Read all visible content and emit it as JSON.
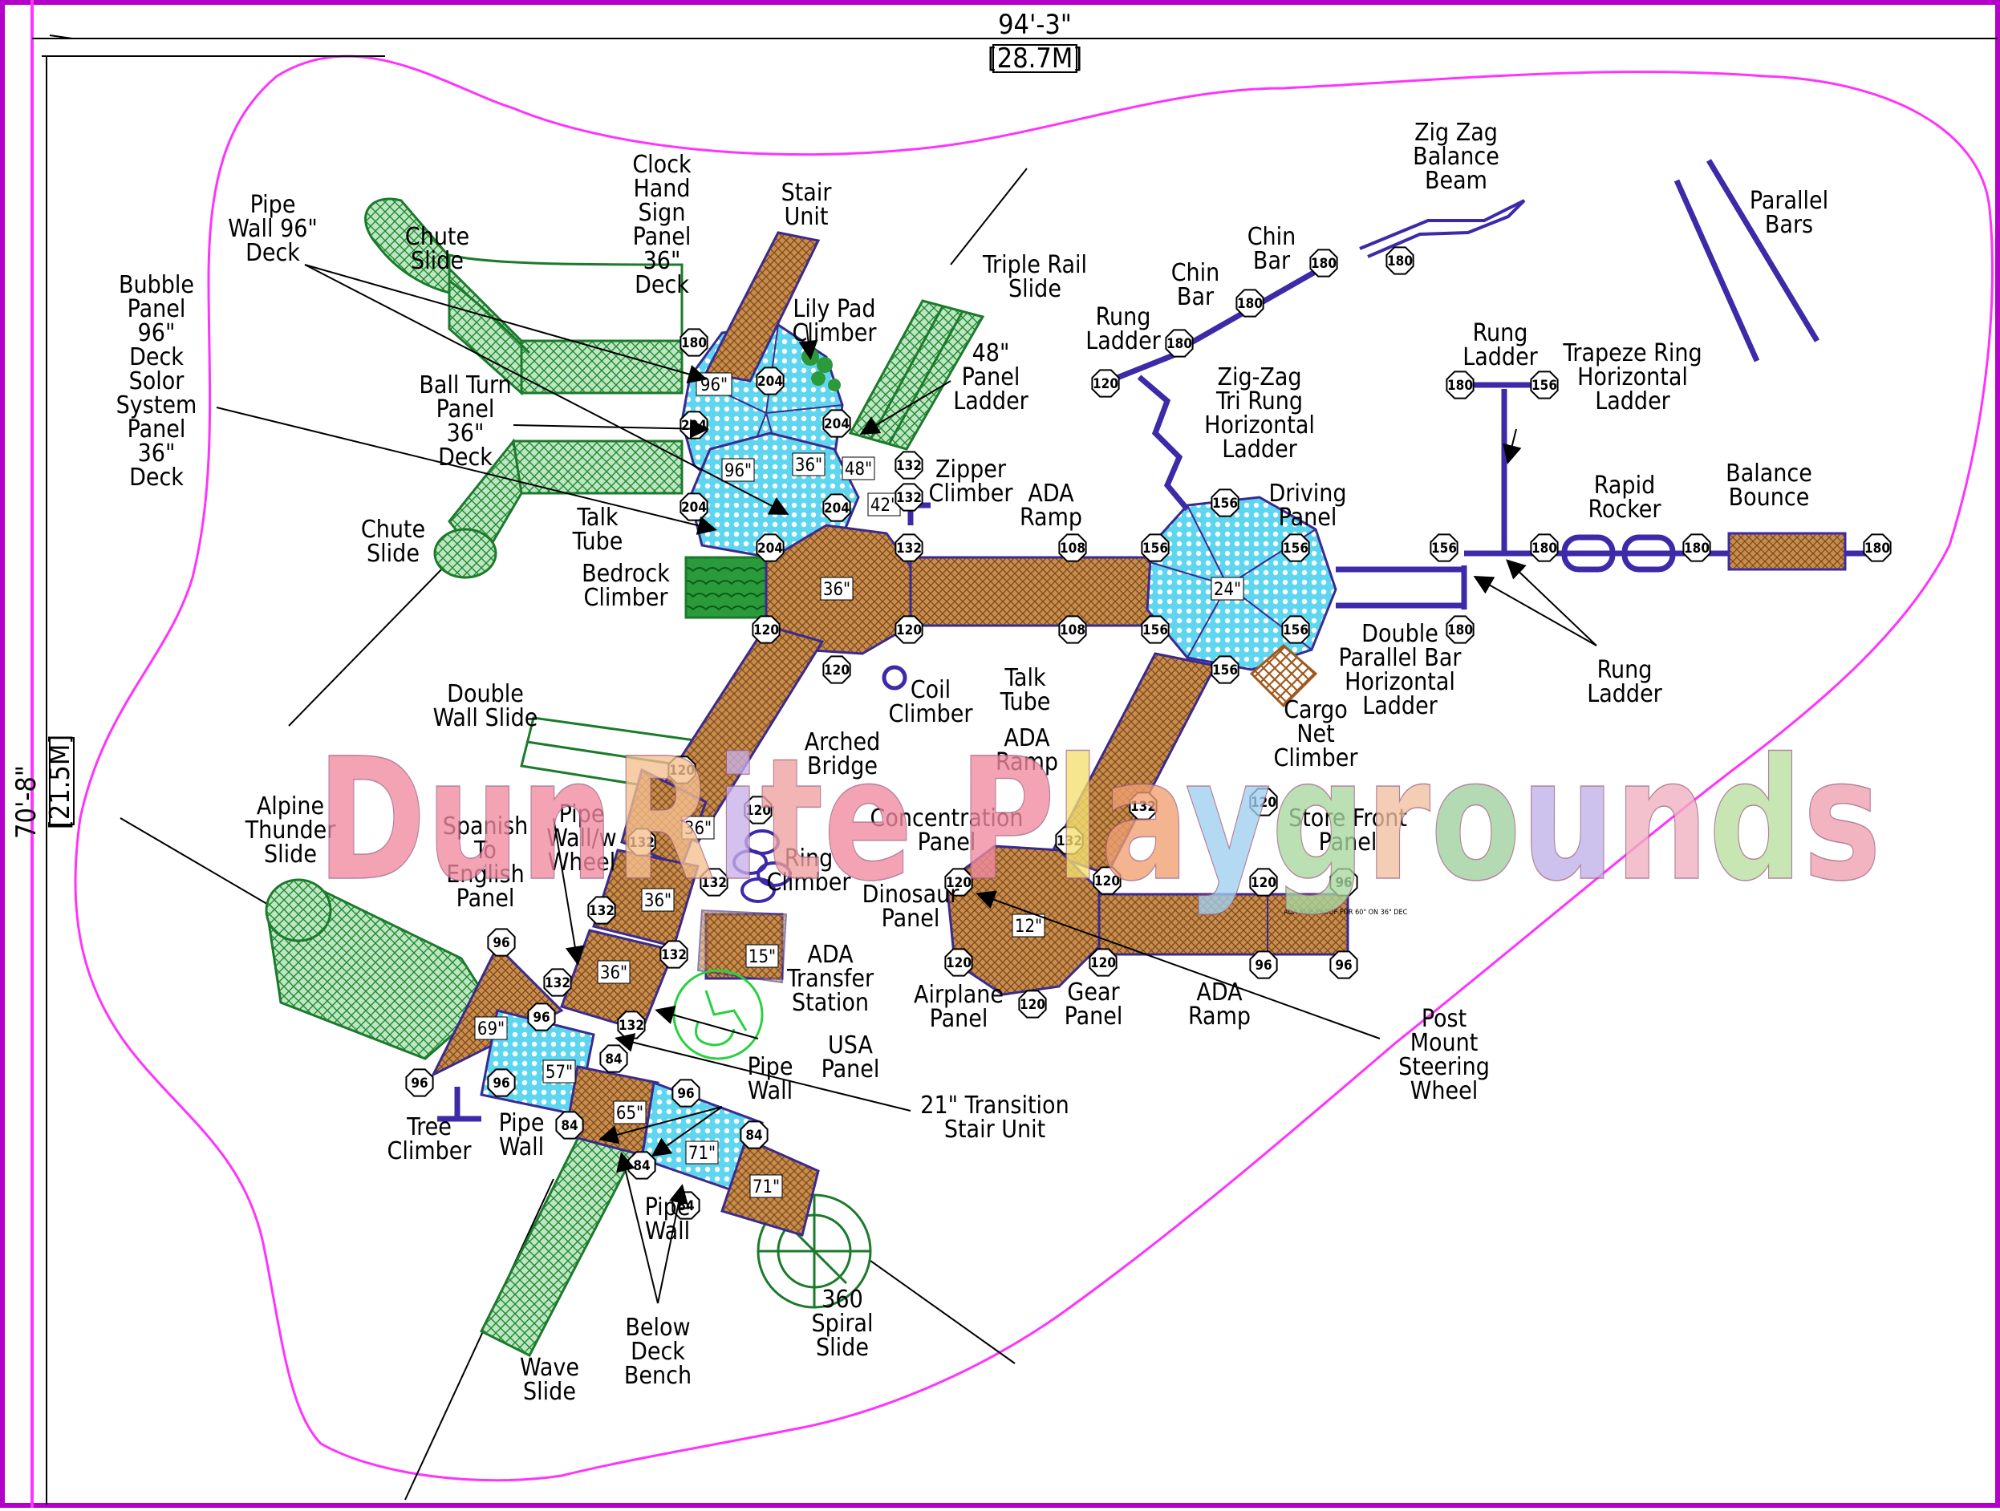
{
  "dimensions": {
    "width_ft": "94'-3\"",
    "width_m": "[28.7M]",
    "height_ft": "70'-8\"",
    "height_m": "[21.5M]"
  },
  "watermark": "DunRite Playgrounds",
  "colors": {
    "border": "#b400c8",
    "boundary": "#ff33ff",
    "deck_blue": "#3fc8e8",
    "deck_brown": "#b87a3c",
    "slide_green": "#2a9a3a",
    "metal_purple": "#3c2aa8"
  },
  "labels": {
    "pipe_wall_96": "Pipe\nWall 96\"\nDeck",
    "chute_slide_top": "Chute\nSlide",
    "clock_hand": "Clock\nHand\nSign\nPanel\n36\"\nDeck",
    "stair_unit": "Stair\nUnit",
    "bubble_panel": "Bubble\nPanel\n96\"\nDeck\nSolor\nSystem\nPanel\n36\"\nDeck",
    "lily_pad": "Lily Pad\nClimber",
    "triple_rail": "Triple Rail\nSlide",
    "ball_turn": "Ball Turn\nPanel\n36\"\nDeck",
    "panel_ladder_48": "48\"\nPanel\nLadder",
    "zig_zag_beam": "Zig Zag\nBalance\nBeam",
    "parallel_bars": "Parallel\nBars",
    "chin_bar_1": "Chin\nBar",
    "chin_bar_2": "Chin\nBar",
    "rung_ladder_1": "Rung\nLadder",
    "zig_zag_tri": "Zig-Zag\nTri Rung\nHorizontal\nLadder",
    "rung_ladder_2": "Rung\nLadder",
    "trapeze": "Trapeze Ring\nHorizontal\nLadder",
    "zipper": "Zipper\nClimber",
    "ada_ramp_top": "ADA\nRamp",
    "driving_panel": "Driving\nPanel",
    "rapid_rocker": "Rapid\nRocker",
    "balance_bounce": "Balance\nBounce",
    "talk_tube_1": "Talk\nTube",
    "chute_slide_bottom": "Chute\nSlide",
    "bedrock": "Bedrock\nClimber",
    "double_parallel": "Double\nParallel Bar\nHorizontal\nLadder",
    "rung_ladder_3": "Rung\nLadder",
    "coil_climber": "Coil\nClimber",
    "talk_tube_2": "Talk\nTube",
    "cargo_net": "Cargo\nNet\nClimber",
    "double_wall_slide": "Double\nWall Slide",
    "arched_bridge": "Arched\nBridge",
    "ada_ramp_mid": "ADA\nRamp",
    "store_front": "Store Front\nPanel",
    "alpine": "Alpine\nThunder\nSlide",
    "spanish": "Spanish\nTo\nEnglish\nPanel",
    "pipe_wall_wheel": "Pipe\nWall/w\nWheel",
    "ring_climber": "Ring\nClimber",
    "concentration": "Concentration\nPanel",
    "dinosaur": "Dinosaur\nPanel",
    "ada_transfer": "ADA\nTransfer\nStation",
    "airplane": "Airplane\nPanel",
    "gear_panel": "Gear\nPanel",
    "ada_ramp_bottom": "ADA\nRamp",
    "usa_panel": "USA\nPanel",
    "post_mount": "Post\nMount\nSteering\nWheel",
    "pipe_wall_a": "Pipe\nWall",
    "transition": "21\" Transition\nStair Unit",
    "tree_climber": "Tree\nClimber",
    "pipe_wall_b": "Pipe\nWall",
    "pipe_wall_c": "Pipe\nWall",
    "spiral": "360\nSpiral\nSlide",
    "below_deck": "Below\nDeck\nBench",
    "wave_slide": "Wave\nSlide"
  },
  "deck_heights": [
    "96\"",
    "36\"",
    "48\"",
    "42\"",
    "36\"",
    "24\"",
    "36\"",
    "36\"",
    "36\"",
    "15\"",
    "12\"",
    "69\"",
    "57\"",
    "65\"",
    "71\"",
    "71\"",
    "96\""
  ],
  "hex_tags": [
    "180",
    "204",
    "204",
    "204",
    "204",
    "204",
    "204",
    "132",
    "120",
    "120",
    "120",
    "108",
    "108",
    "156",
    "156",
    "156",
    "156",
    "156",
    "156",
    "132",
    "132",
    "120",
    "120",
    "132",
    "132",
    "132",
    "132",
    "132",
    "132",
    "132",
    "132",
    "120",
    "120",
    "120",
    "120",
    "120",
    "120",
    "120",
    "96",
    "96",
    "96",
    "96",
    "96",
    "96",
    "96",
    "96",
    "84",
    "84",
    "84",
    "84",
    "84",
    "156",
    "180",
    "180",
    "156",
    "180",
    "180",
    "180",
    "180",
    "180",
    "180",
    "180",
    "120",
    "120",
    "120",
    "120"
  ],
  "ramp_note": "ADA SLIP-PROOF FOR 60\" ON 36\" DEC"
}
